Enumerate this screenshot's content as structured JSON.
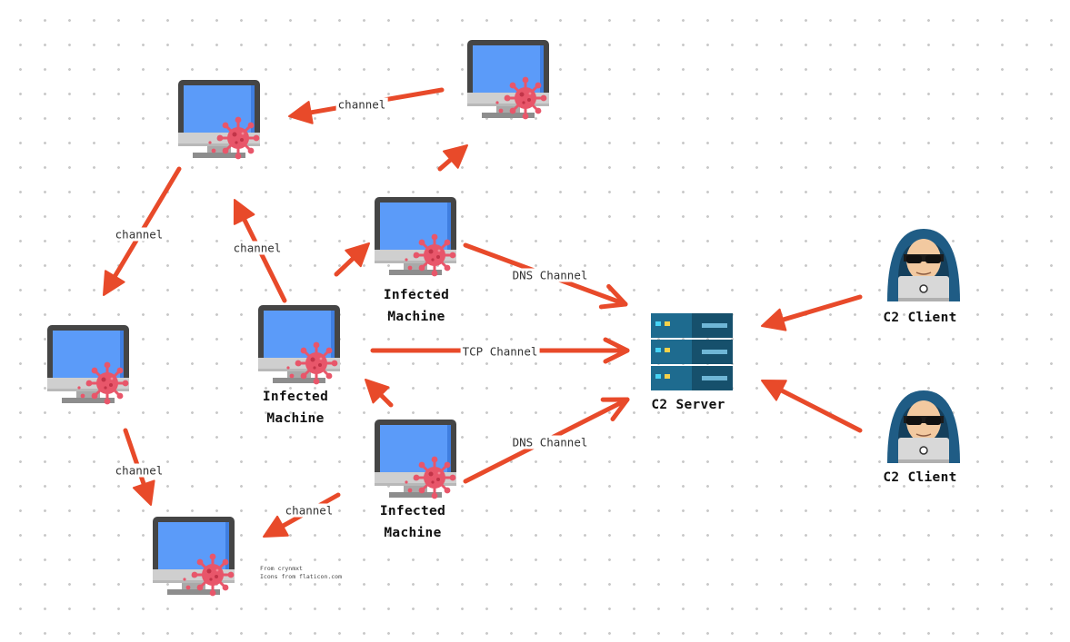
{
  "machines": [
    {
      "id": "m1",
      "caption": []
    },
    {
      "id": "m2",
      "caption": []
    },
    {
      "id": "m3",
      "caption": [
        "Infected",
        "Machine"
      ]
    },
    {
      "id": "m4",
      "caption": []
    },
    {
      "id": "m5",
      "caption": [
        "Infected",
        "Machine"
      ]
    },
    {
      "id": "m6",
      "caption": [
        "Infected",
        "Machine"
      ]
    },
    {
      "id": "m7",
      "caption": []
    }
  ],
  "server": {
    "label": "C2 Server"
  },
  "clients": [
    {
      "label": "C2 Client"
    },
    {
      "label": "C2 Client"
    }
  ],
  "edge_labels": {
    "top_channel": "channel",
    "left_channel_1": "channel",
    "center_channel": "channel",
    "left_channel_2": "channel",
    "bottom_channel": "channel",
    "dns_top": "DNS Channel",
    "tcp": "TCP Channel",
    "dns_bottom": "DNS Channel"
  },
  "credits": {
    "line1": "From crynmxt",
    "line2": "Icons from flaticon.com"
  },
  "colors": {
    "arrow": "#e84a2a",
    "screen": "#5b9bf9",
    "virus": "#e8566a",
    "server": "#1e5f7e",
    "hood": "#1f5c85"
  }
}
